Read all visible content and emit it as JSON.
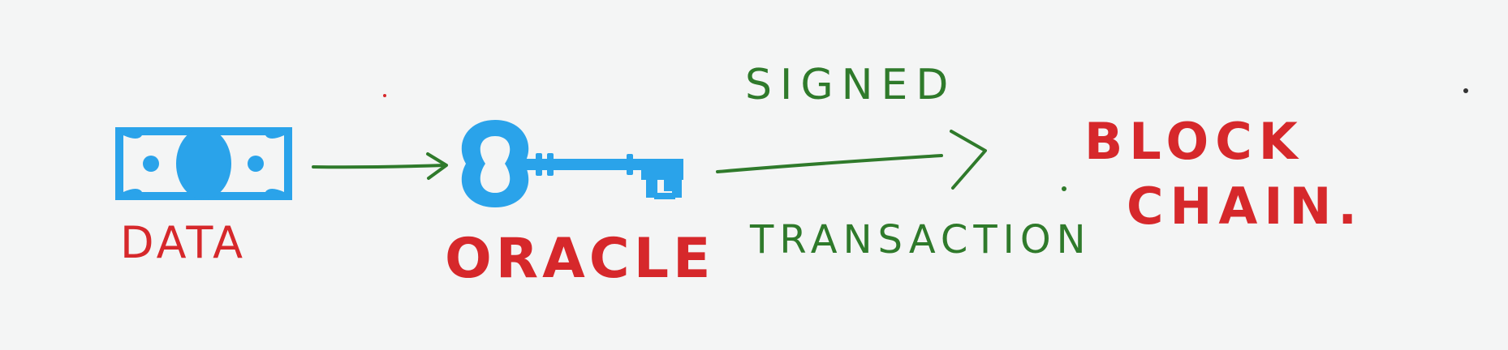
{
  "diagram": {
    "nodes": {
      "data": {
        "label": "DATA",
        "icon": "banknote-icon"
      },
      "oracle": {
        "label": "ORACLE",
        "icon": "key-icon"
      },
      "blockchain": {
        "label_line1": "BLOCK",
        "label_line2": "CHAIN."
      }
    },
    "edges": {
      "data_to_oracle": {
        "from": "DATA",
        "to": "ORACLE"
      },
      "oracle_to_blockchain": {
        "from": "ORACLE",
        "to": "BLOCKCHAIN",
        "label_above": "SIGNED",
        "label_below": "TRANSACTION"
      }
    }
  },
  "colors": {
    "background": "#f4f5f5",
    "blue": "#2aa3ea",
    "red": "#d6282b",
    "green": "#2f7a2b"
  }
}
